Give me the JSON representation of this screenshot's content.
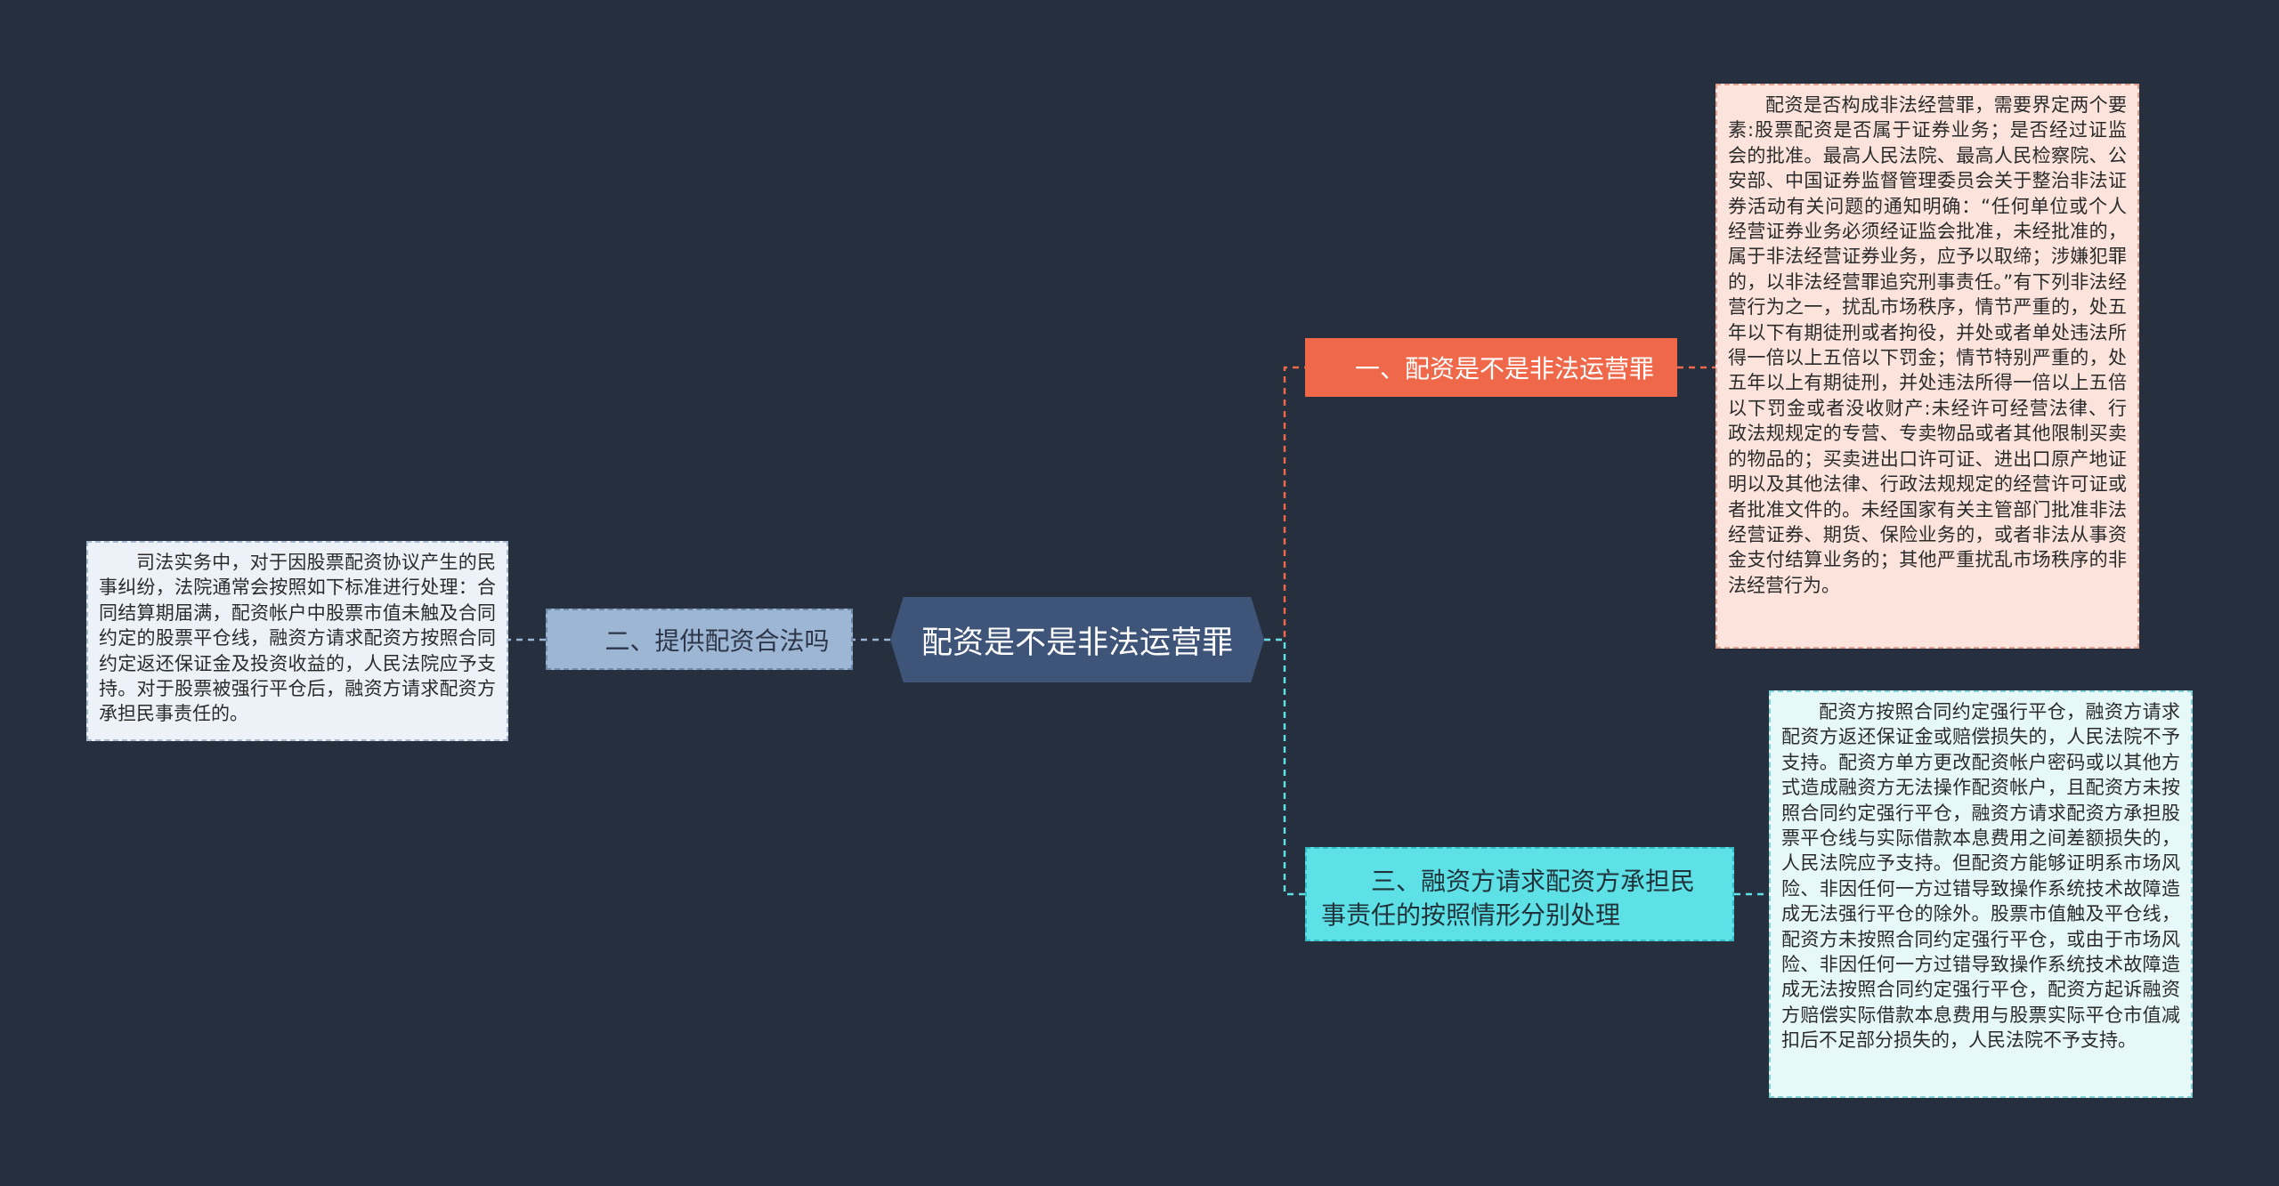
{
  "center": {
    "label": "配资是不是非法运营罪"
  },
  "branches": [
    {
      "label": "一、配资是不是非法运营罪",
      "color": "#ef6849",
      "detail": "配资是否构成非法经营罪，需要界定两个要素:股票配资是否属于证券业务；是否经过证监会的批准。最高人民法院、最高人民检察院、公安部、中国证券监督管理委员会关于整治非法证券活动有关问题的通知明确：“任何单位或个人经营证券业务必须经证监会批准，未经批准的，属于非法经营证券业务，应予以取缔；涉嫌犯罪的，以非法经营罪追究刑事责任。”有下列非法经营行为之一，扰乱市场秩序，情节严重的，处五年以下有期徒刑或者拘役，并处或者单处违法所得一倍以上五倍以下罚金；情节特别严重的，处五年以上有期徒刑，并处违法所得一倍以上五倍以下罚金或者没收财产:未经许可经营法律、行政法规规定的专营、专卖物品或者其他限制买卖的物品的；买卖进出口许可证、进出口原产地证明以及其他法律、行政法规规定的经营许可证或者批准文件的。未经国家有关主管部门批准非法经营证券、期货、保险业务的，或者非法从事资金支付结算业务的；其他严重扰乱市场秩序的非法经营行为。"
    },
    {
      "label": "二、提供配资合法吗",
      "color": "#9db6d4",
      "detail": "司法实务中，对于因股票配资协议产生的民事纠纷，法院通常会按照如下标准进行处理：合同结算期届满，配资帐户中股票市值未触及合同约定的股票平仓线，融资方请求配资方按照合同约定返还保证金及投资收益的，人民法院应予支持。对于股票被强行平仓后，融资方请求配资方承担民事责任的。"
    },
    {
      "label": "三、融资方请求配资方承担民事责任的按照情形分别处理",
      "color": "#5de0e6",
      "detail": "配资方按照合同约定强行平仓，融资方请求配资方返还保证金或赔偿损失的，人民法院不予支持。配资方单方更改配资帐户密码或以其他方式造成融资方无法操作配资帐户，且配资方未按照合同约定强行平仓，融资方请求配资方承担股票平仓线与实际借款本息费用之间差额损失的，人民法院应予支持。但配资方能够证明系市场风险、非因任何一方过错导致操作系统技术故障造成无法强行平仓的除外。股票市值触及平仓线，配资方未按照合同约定强行平仓，或由于市场风险、非因任何一方过错导致操作系统技术故障造成无法按照合同约定强行平仓，配资方起诉融资方赔偿实际借款本息费用与股票实际平仓市值减扣后不足部分损失的，人民法院不予支持。"
    }
  ]
}
